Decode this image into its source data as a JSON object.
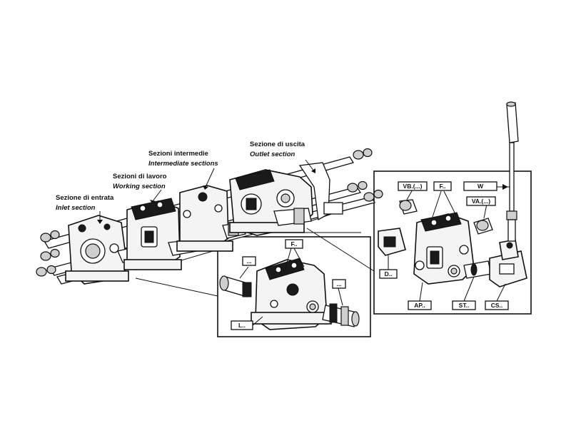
{
  "sections": {
    "inlet": {
      "it": "Sezione di entrata",
      "en": "Inlet section"
    },
    "working": {
      "it": "Sezioni di lavoro",
      "en": "Working section"
    },
    "intermediate": {
      "it": "Sezioni intermedie",
      "en": "Intermediate sections"
    },
    "outlet": {
      "it": "Sezione di uscita",
      "en": "Outlet section"
    }
  },
  "tags": {
    "middle_f": "F..",
    "middle_left_dots": "...",
    "middle_right_dots": "...",
    "middle_l": "L..",
    "right_vb": "VB.(...)",
    "right_f": "F..",
    "right_w": "W",
    "right_va": "VA.(...)",
    "right_d": "D..",
    "right_ap": "AP..",
    "right_st": "ST..",
    "right_cs": "CS.."
  },
  "icons": [
    "valve-body",
    "spool",
    "lever",
    "nut",
    "tie-rod"
  ]
}
